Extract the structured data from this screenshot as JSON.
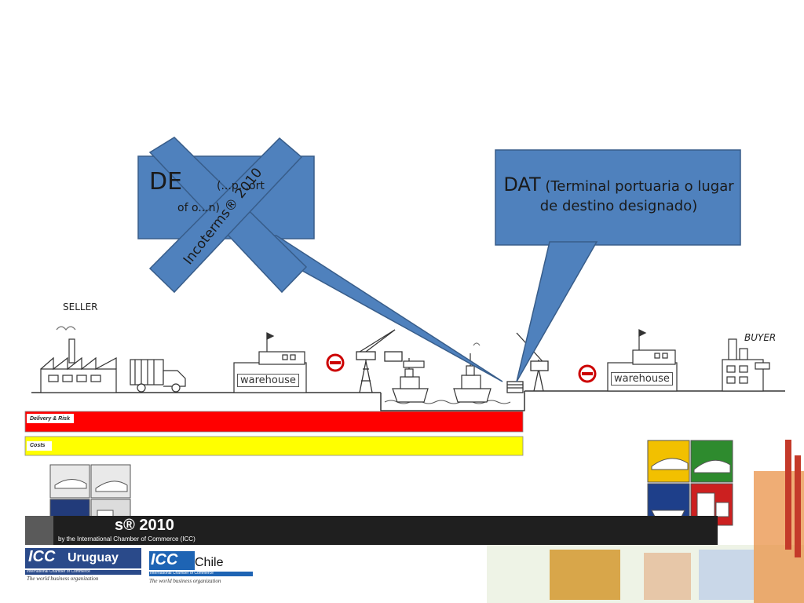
{
  "callouts": {
    "ddp": {
      "main": "DE",
      "partial_top": "(...p...ort",
      "partial_bottom": "of o...n)"
    },
    "dat": {
      "main": "DAT",
      "detail": "(Terminal portuaria o lugar de destino designado)"
    }
  },
  "stamp": {
    "text": "Incoterms® 2010"
  },
  "scene": {
    "seller_label": "SELLER",
    "buyer_label": "BUYER",
    "warehouse_left": "warehouse",
    "warehouse_right": "warehouse"
  },
  "bars": {
    "delivery_label": "Delivery & Risk",
    "costs_label": "Costs"
  },
  "banner": {
    "title_fragment": "s® 2010",
    "subtitle": "by the International Chamber of Commerce (ICC)"
  },
  "logos": {
    "uruguay": {
      "mark": "ICC",
      "name": "Uruguay",
      "line1": "International Chamber of Commerce",
      "line2": "The world business organization"
    },
    "chile": {
      "mark": "ICC",
      "name": "Chile",
      "line1": "International Chamber of Commerce",
      "line2": "The world business organization"
    }
  },
  "colors": {
    "callout_fill": "#4f81bd",
    "callout_border": "#385d8a",
    "red_bar": "#ff0000",
    "yellow_bar": "#ffff00",
    "banner": "#1f1f1f"
  }
}
